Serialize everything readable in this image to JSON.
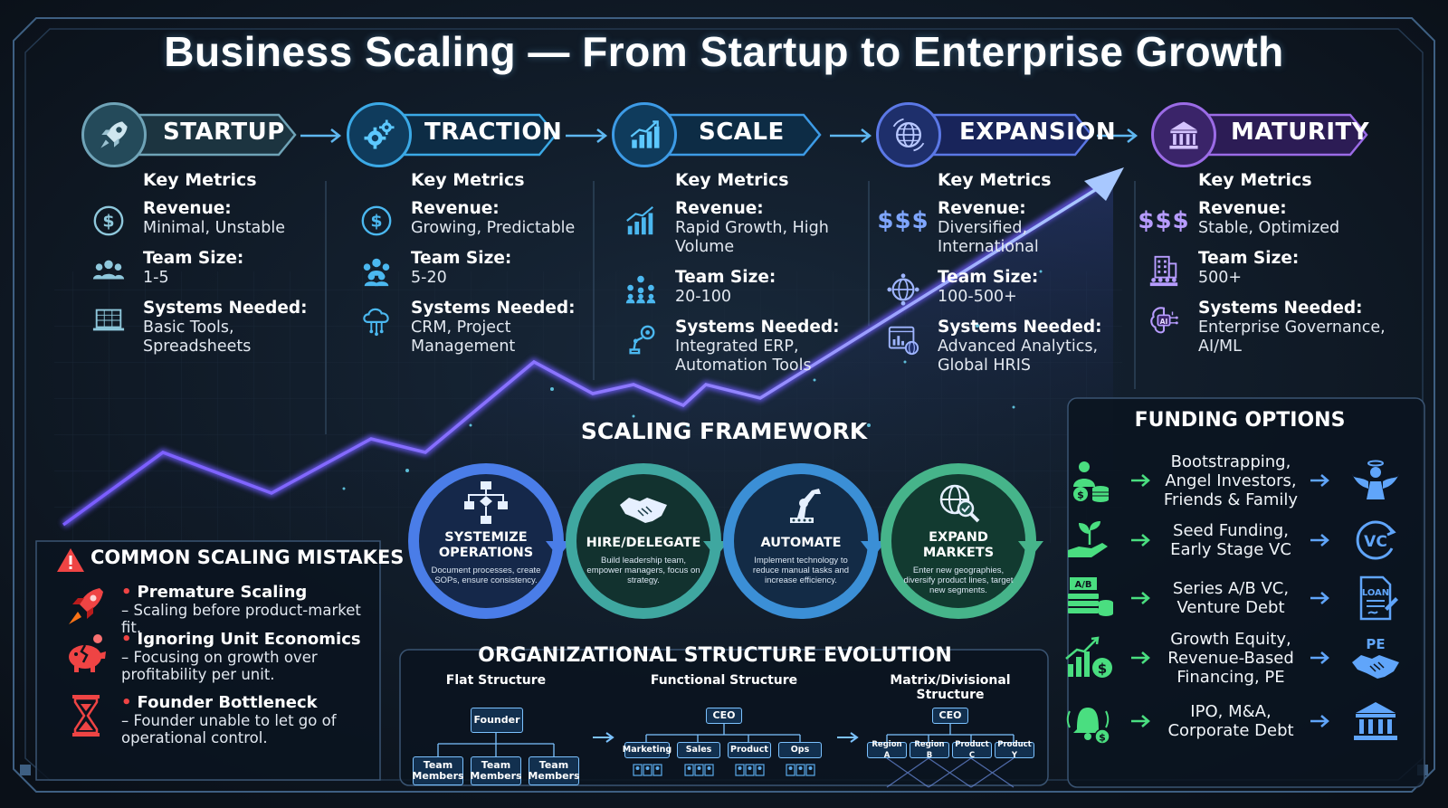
{
  "title": "Business Scaling — From Startup to Enterprise Growth",
  "colors": {
    "startup": "#6fa3b7",
    "traction": "#3ba9e6",
    "scale": "#3d9be6",
    "expansion": "#5b78e6",
    "maturity": "#9b6be6",
    "accent_green": "#4ade80",
    "alert_red": "#ef4444"
  },
  "key_metrics_label": "Key Metrics",
  "stages": [
    {
      "name": "STARTUP",
      "icon": "rocket-icon",
      "revenue_label": "Revenue:",
      "revenue": "Minimal, Unstable",
      "team_label": "Team Size:",
      "team": "1-5",
      "systems_label": "Systems Needed:",
      "systems": [
        "Basic Tools,",
        "Spreadsheets"
      ]
    },
    {
      "name": "TRACTION",
      "icon": "gears-icon",
      "revenue_label": "Revenue:",
      "revenue": "Growing, Predictable",
      "team_label": "Team Size:",
      "team": "5-20",
      "systems_label": "Systems Needed:",
      "systems": [
        "CRM, Project",
        "Management"
      ]
    },
    {
      "name": "SCALE",
      "icon": "bar-chart-icon",
      "revenue_label": "Revenue:",
      "revenue": "Rapid Growth, High Volume",
      "team_label": "Team Size:",
      "team": "20-100",
      "systems_label": "Systems Needed:",
      "systems": [
        "Integrated ERP,",
        "Automation Tools"
      ]
    },
    {
      "name": "EXPANSION",
      "icon": "globe-icon",
      "revenue_label": "Revenue:",
      "revenue": "Diversified, International",
      "revenue_symbol": "$$$",
      "team_label": "Team Size:",
      "team": "100-500+",
      "systems_label": "Systems Needed:",
      "systems": [
        "Advanced Analytics,",
        "Global HRIS"
      ]
    },
    {
      "name": "MATURITY",
      "icon": "bank-icon",
      "revenue_label": "Revenue:",
      "revenue": "Stable, Optimized",
      "revenue_symbol": "$$$",
      "team_label": "Team Size:",
      "team": "500+",
      "systems_label": "Systems Needed:",
      "systems": [
        "Enterprise Governance,",
        "AI/ML"
      ]
    }
  ],
  "framework": {
    "title": "SCALING FRAMEWORK",
    "steps": [
      {
        "name": [
          "SYSTEMIZE",
          "OPERATIONS"
        ],
        "desc": "Document processes, create SOPs, ensure consistency.",
        "icon": "flowchart-icon"
      },
      {
        "name": [
          "HIRE/DELEGATE"
        ],
        "desc": "Build leadership team, empower managers, focus on strategy.",
        "icon": "handshake-icon"
      },
      {
        "name": [
          "AUTOMATE"
        ],
        "desc": "Implement technology to reduce manual tasks and increase efficiency.",
        "icon": "robot-arm-icon"
      },
      {
        "name": [
          "EXPAND",
          "MARKETS"
        ],
        "desc": "Enter new geographies, diversify product lines, target new segments.",
        "icon": "globe-search-icon"
      }
    ]
  },
  "mistakes": {
    "title": "COMMON SCALING MISTAKES",
    "items": [
      {
        "title": "Premature Scaling",
        "desc": [
          "– Scaling before product-market fit."
        ],
        "icon": "rocket-icon"
      },
      {
        "title": "Ignoring Unit Economics",
        "desc": [
          "– Focusing on growth over",
          "profitability per unit."
        ],
        "icon": "broken-piggy-bank-icon"
      },
      {
        "title": "Founder Bottleneck",
        "desc": [
          "– Founder unable to let go of",
          "operational control."
        ],
        "icon": "hourglass-icon"
      }
    ]
  },
  "org": {
    "title": "ORGANIZATIONAL STRUCTURE EVOLUTION",
    "flat": {
      "label": "Flat Structure",
      "root": "Founder",
      "children": [
        "Team Members",
        "Team Members",
        "Team Members"
      ]
    },
    "functional": {
      "label": "Functional Structure",
      "root": "CEO",
      "children": [
        "Marketing",
        "Sales",
        "Product",
        "Ops"
      ]
    },
    "matrix": {
      "label": "Matrix/Divisional Structure",
      "root": "CEO",
      "children": [
        "Region A",
        "Region B",
        "Product C",
        "Product Y"
      ]
    }
  },
  "funding": {
    "title": "FUNDING OPTIONS",
    "rows": [
      {
        "text": [
          "Bootstrapping,",
          "Angel Investors,",
          "Friends & Family"
        ],
        "left_icon": "person-coins-icon",
        "right_icon": "angel-icon"
      },
      {
        "text": [
          "Seed Funding,",
          "Early Stage VC"
        ],
        "left_icon": "seedling-hand-icon",
        "right_icon": "vc-icon",
        "right_label": "VC"
      },
      {
        "text": [
          "Series A/B VC,",
          "Venture Debt"
        ],
        "left_icon": "cash-stack-icon",
        "left_label": "A/B",
        "right_icon": "loan-document-icon",
        "right_label": "LOAN"
      },
      {
        "text": [
          "Growth Equity,",
          "Revenue-Based",
          "Financing, PE"
        ],
        "left_icon": "growth-money-icon",
        "right_icon": "pe-handshake-icon",
        "right_label": "PE"
      },
      {
        "text": [
          "IPO, M&A,",
          "Corporate Debt"
        ],
        "left_icon": "bell-money-icon",
        "right_icon": "bank-icon"
      }
    ]
  }
}
